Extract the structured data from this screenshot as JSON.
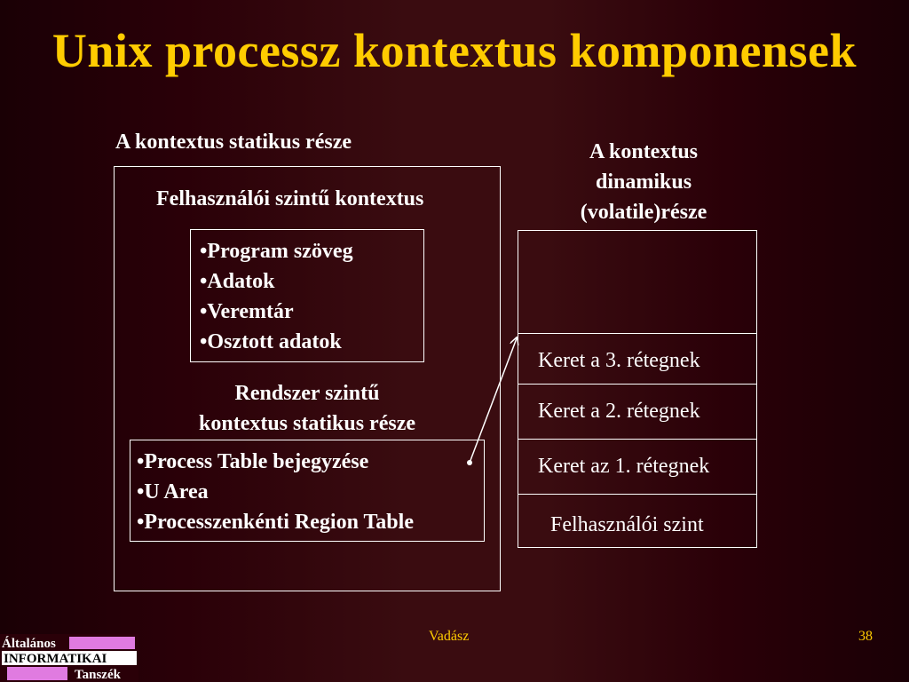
{
  "title": "Unix processz kontextus komponensek",
  "static": {
    "heading": "A kontextus statikus része",
    "user_level_title": "Felhasználói szintű kontextus",
    "user_items": [
      "•Program szöveg",
      "•Adatok",
      "•Veremtár",
      "•Osztott adatok"
    ],
    "system_title_line1": "Rendszer szintű",
    "system_title_line2": "kontextus statikus része",
    "system_items": [
      "•Process Table bejegyzése",
      "•U Area",
      "•Processzenkénti Region Table"
    ]
  },
  "dynamic": {
    "heading_line1": "A kontextus",
    "heading_line2": "dinamikus",
    "heading_line3": "(volatile)része",
    "layers": [
      "Keret a 3. rétegnek",
      "Keret a 2. rétegnek",
      "Keret az 1. rétegnek",
      "Felhasználói szint"
    ]
  },
  "footer": {
    "author": "Vadász",
    "page": "38"
  },
  "logo": {
    "line1": "Általános",
    "line2": "INFORMATIKAI",
    "line3": "Tanszék"
  },
  "colors": {
    "title": "#ffcc00",
    "background": "#2a0008",
    "lines": "#ffffff"
  }
}
